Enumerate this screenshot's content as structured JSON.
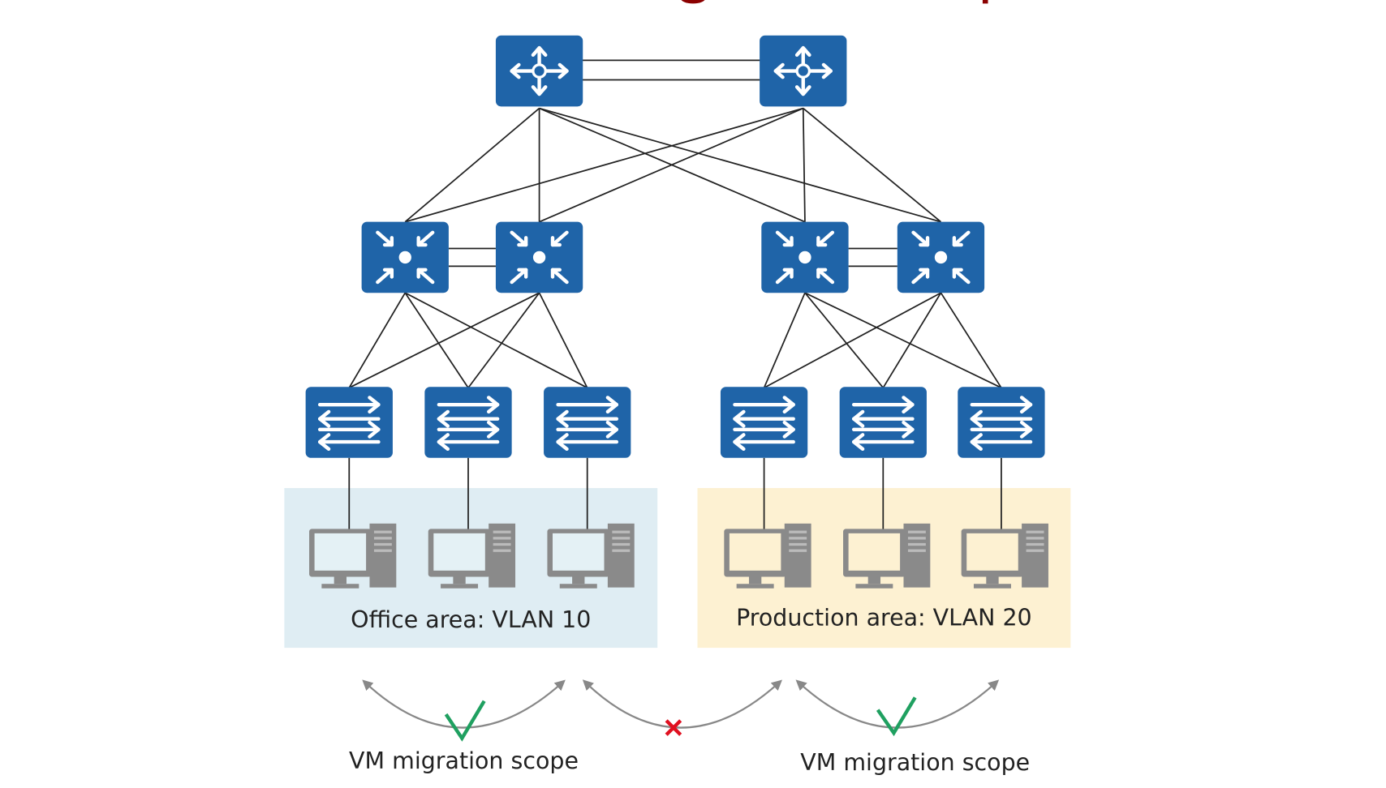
{
  "colors": {
    "device_blue": "#1f64a8",
    "office_area": "#dfedf3",
    "production_area": "#fdf1d2",
    "allowed_check": "#1fa060",
    "blocked_cross": "#e01020",
    "title_red": "#8b0000"
  },
  "devices": {
    "routers": [
      {
        "icon": "router-icon"
      },
      {
        "icon": "router-icon"
      }
    ],
    "aggregation_switches": [
      {
        "icon": "core-switch-icon"
      },
      {
        "icon": "core-switch-icon"
      },
      {
        "icon": "core-switch-icon"
      },
      {
        "icon": "core-switch-icon"
      }
    ],
    "access_switches": [
      {
        "icon": "switch-icon"
      },
      {
        "icon": "switch-icon"
      },
      {
        "icon": "switch-icon"
      },
      {
        "icon": "switch-icon"
      },
      {
        "icon": "switch-icon"
      },
      {
        "icon": "switch-icon"
      }
    ]
  },
  "areas": {
    "office": {
      "label": "Office area: VLAN 10"
    },
    "production": {
      "label": "Production area: VLAN 20"
    }
  },
  "migration": {
    "left_label": "VM migration scope",
    "right_label": "VM migration scope",
    "left_status": "allowed",
    "middle_status": "blocked",
    "right_status": "allowed"
  }
}
